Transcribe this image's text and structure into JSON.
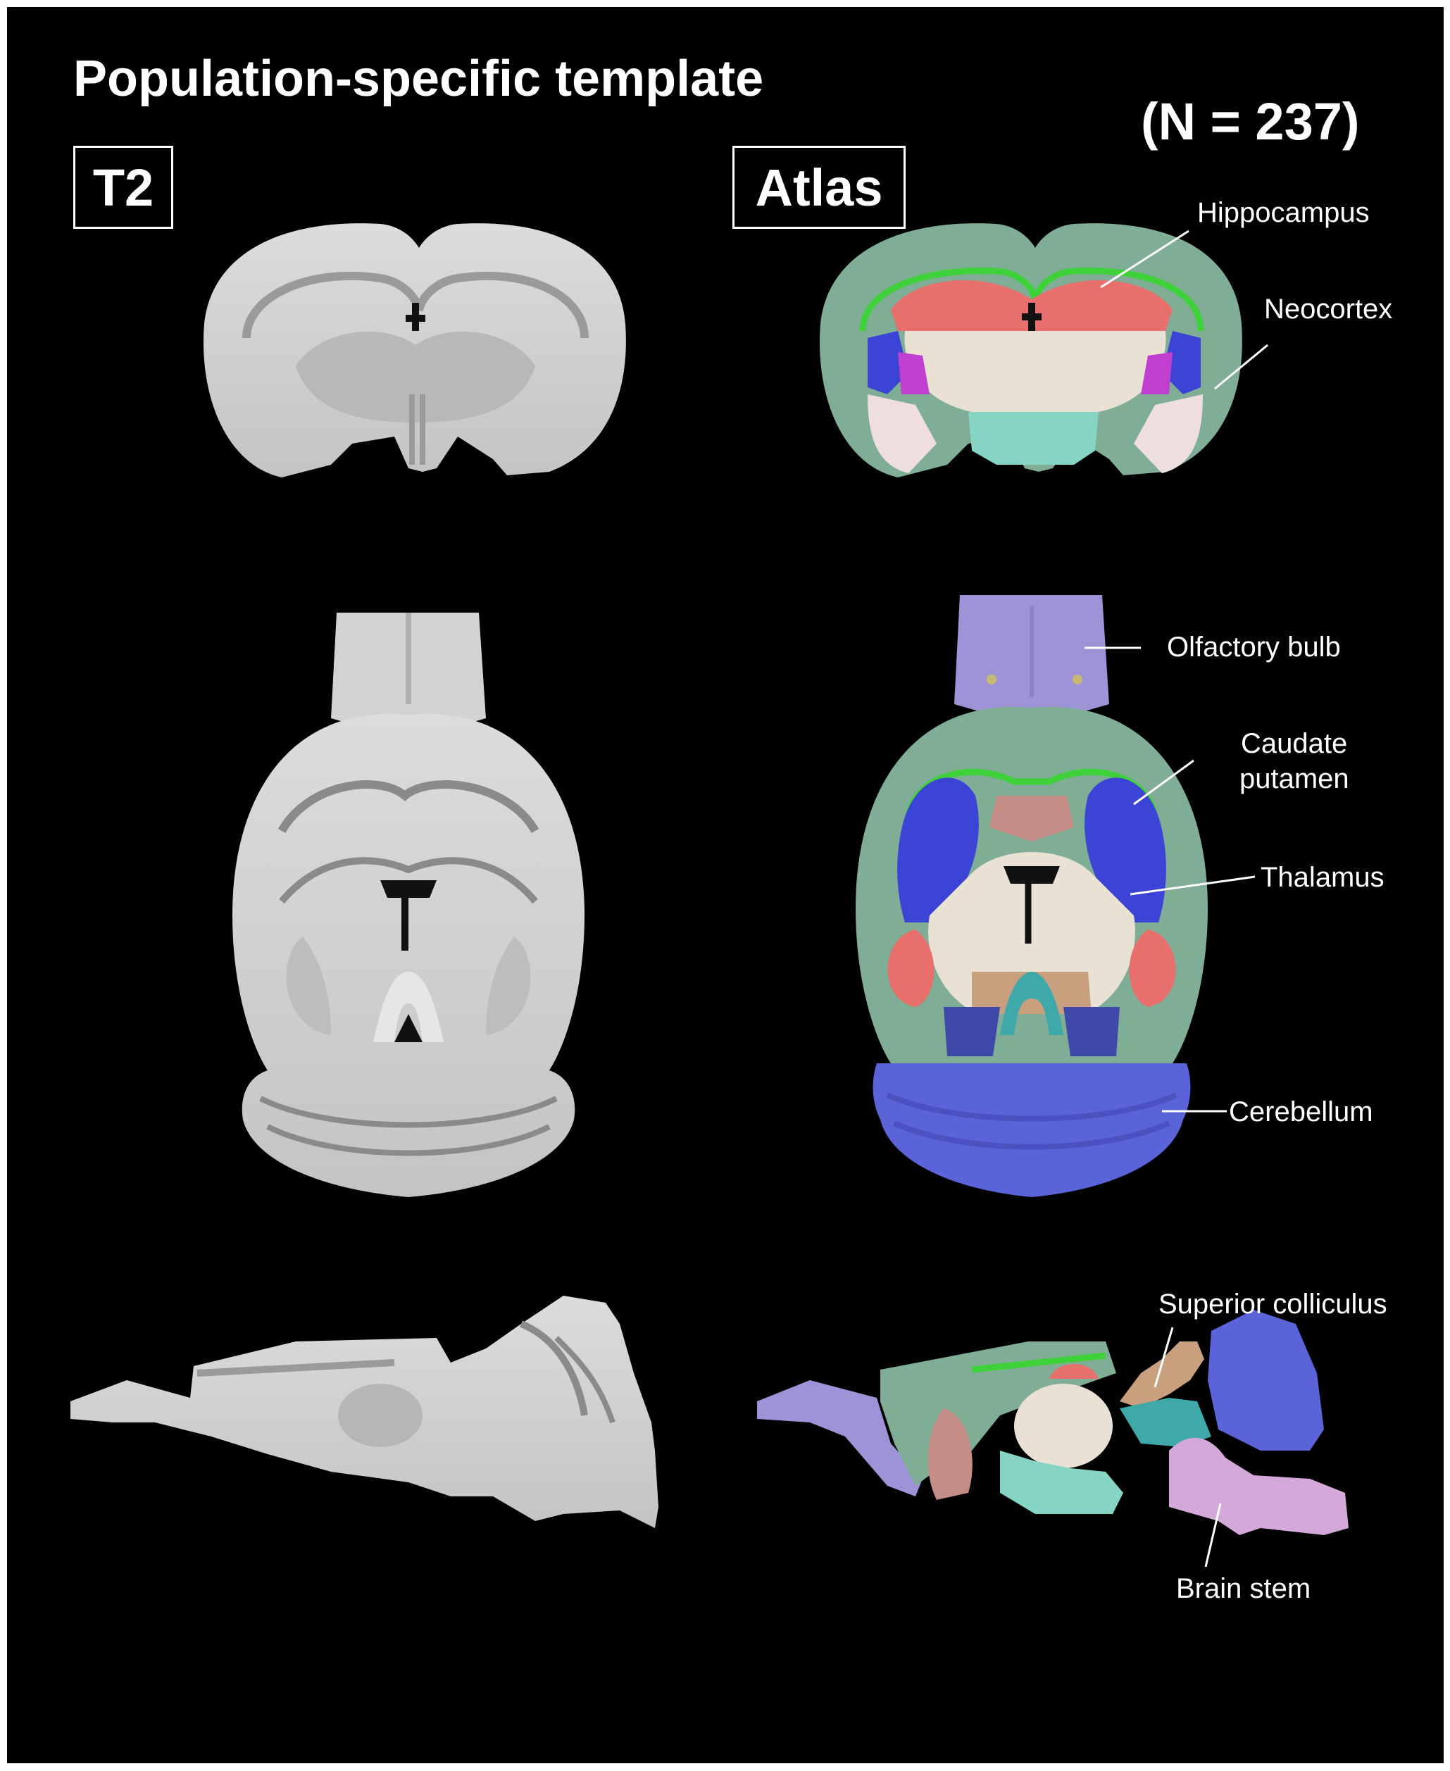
{
  "title": "Population-specific template",
  "sample_size": "(N = 237)",
  "columns": {
    "left": "T2",
    "right": "Atlas"
  },
  "labels": {
    "hippocampus": "Hippocampus",
    "neocortex": "Neocortex",
    "olfactory_bulb": "Olfactory bulb",
    "caudate_putamen_1": "Caudate",
    "caudate_putamen_2": "putamen",
    "thalamus": "Thalamus",
    "cerebellum": "Cerebellum",
    "superior_colliculus": "Superior colliculus",
    "brain_stem": "Brain stem"
  },
  "colors": {
    "background": "#000000",
    "cortex": "#7fad96",
    "hippocampus": "#e8706c",
    "thalamus": "#e9e2d4",
    "caudate_putamen": "#3c44d6",
    "cerebellum": "#5b63d9",
    "olfactory_bulb": "#9d93d6",
    "brain_stem": "#d4a9d9",
    "boundary": "#3fd13a",
    "hypothalamus": "#86d4c4",
    "colliculus": "#c8a07e"
  }
}
